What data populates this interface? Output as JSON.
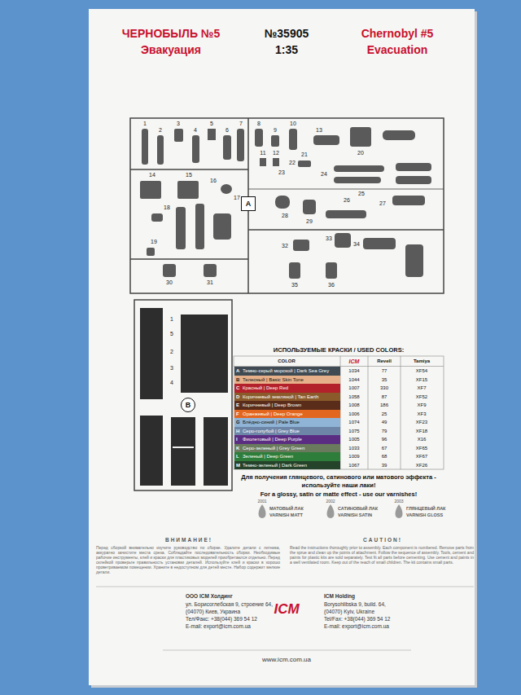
{
  "diagram": {
    "nodes": [
      {
        "text": [
          "A"
        ]
      },
      {
        "text": [
          "B"
        ]
      }
    ],
    "labels": [
      "ЧЕРНОБЫЛЬ №5",
      "Эвакуация",
      "№35905",
      "1:35",
      "Chernobyl #5",
      "Evacuation",
      "1",
      "2",
      "3",
      "4",
      "5",
      "6",
      "7",
      "8",
      "9",
      "10",
      "11",
      "12",
      "13",
      "14",
      "15",
      "16",
      "17",
      "18",
      "19",
      "20",
      "21",
      "22",
      "23",
      "24",
      "25",
      "26",
      "27",
      "28",
      "29",
      "30",
      "31",
      "32",
      "33",
      "34",
      "35",
      "36",
      "1",
      "2",
      "3",
      "4",
      "5",
      "ИСПОЛЬЗУЕМЫЕ КРАСКИ / USED COLORS:",
      "COLOR",
      "ICM",
      "Revell",
      "Tamiya",
      "A",
      "1034",
      "77",
      "XF54",
      "B",
      "1044",
      "35",
      "XF15",
      "C",
      "1007",
      "330",
      "XF7",
      "D",
      "1058",
      "87",
      "XF52",
      "E",
      "1008",
      "186",
      "XF9",
      "F",
      "1006",
      "25",
      "XF3",
      "G",
      "1074",
      "49",
      "XF23",
      "H",
      "1075",
      "79",
      "XF18",
      "I",
      "1005",
      "96",
      "X16",
      "K",
      "1033",
      "67",
      "XF65",
      "L",
      "1009",
      "68",
      "XF67",
      "M",
      "1067",
      "39",
      "XF26",
      "Для получения глянцевого, сатинового или матового эффекта - используйте наши лаки!",
      "For a glossy, satin or matte effect - use our varnishes!",
      "2001",
      "МАТОВЫЙ ЛАК",
      "VARNISH MATT",
      "2002",
      "САТИНОВЫЙ ЛАК",
      "VARNISH SATIN",
      "2003",
      "ГЛЯНЦЕВЫЙ ЛАК",
      "VARNISH GLOSS",
      "ВНИМАНИЕ!",
      "Перед сборкой внимательно изучите руководство по сборке. Удалите детали с литника, аккуратно зачистите места среза. Соблюдайте последовательность сборки. Необходимые рабочие инструменты, клей и краски для пластиковых моделей приобретаются отдельно. Перед склейкой проверьте правильность установки деталей. Используйте клей и краски в хорошо проветриваемом помещении. Храните в недоступном для детей месте. Набор содержит мелкие детали.",
      "CAUTION!",
      "Read the instructions thoroughly prior to assembly. Each component is numbered. Remove parts from the sprue and clean up the points of attachment. Follow the sequence of assembly. Tools, cement and paints for plastic kits are sold separately. Test fit all parts before cementing. Use cement and paints in a well ventilated room. Keep out of the reach of small children. The kit contains small parts.",
      "ООО ICM Холдинг",
      "ул. Борисоглебская 9, строение 64,",
      "(04070) Киев, Украина",
      "Тел/Факс: +38(044) 369 54 12",
      "E-mail: export@icm.com.ua",
      "ICM Holding",
      "Borysohlibska 9, build. 64,",
      "(04070) Kyiv, Ukraine",
      "Tel/Fax: +38(044) 369 54 12",
      "E-mail: export@icm.com.ua",
      "ICM",
      "www.icm.com.ua"
    ],
    "legend": [
      {
        "text": "Темно-серый морской | Dark Sea Grey",
        "color": "#3f4a52"
      },
      {
        "text": "Телесный | Basic Skin Tone",
        "color": "#e6b08a"
      },
      {
        "text": "Красный | Deep Red",
        "color": "#b3212a"
      },
      {
        "text": "Коричневый земляной | Tan Earth",
        "color": "#8a5a2b"
      },
      {
        "text": "Коричневый | Deep Brown",
        "color": "#5a2d1a"
      },
      {
        "text": "Оранжевый | Deep Orange",
        "color": "#e3661e"
      },
      {
        "text": "Блёдно-синий | Pale Blue",
        "color": "#8fb4d6"
      },
      {
        "text": "Серо-голубой | Grey Blue",
        "color": "#6d86a8"
      },
      {
        "text": "Фиолетовый | Deep Purple",
        "color": "#5b2d82"
      },
      {
        "text": "Серо-зеленый | Grey Green",
        "color": "#6a7a5c"
      },
      {
        "text": "Зеленый | Deep Green",
        "color": "#2f7d3a"
      },
      {
        "text": "Темно-зеленый | Dark Green",
        "color": "#24432a"
      }
    ]
  }
}
